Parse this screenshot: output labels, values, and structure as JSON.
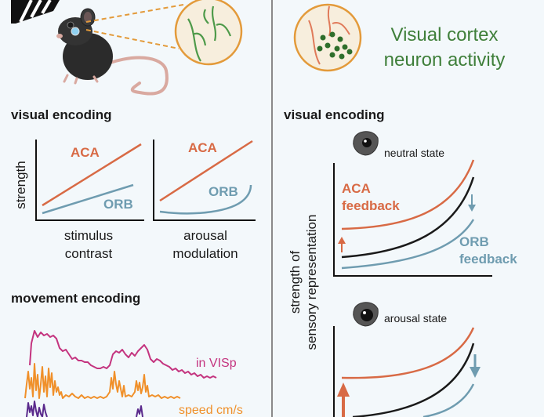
{
  "colors": {
    "aca": "#d86a45",
    "orb": "#6f9cb0",
    "green": "#3f7f3a",
    "magenta": "#c4347f",
    "orange_trace": "#f0902a",
    "purple_trace": "#5a2a8c",
    "circle_outline": "#e39a3a",
    "background": "#f3f8fb"
  },
  "left": {
    "visual_encoding": {
      "title": "visual encoding",
      "ylabel": "strength",
      "plot1": {
        "aca_label": "ACA",
        "orb_label": "ORB",
        "xlabel_line1": "stimulus",
        "xlabel_line2": "contrast"
      },
      "plot2": {
        "aca_label": "ACA",
        "orb_label": "ORB",
        "xlabel_line1": "arousal",
        "xlabel_line2": "modulation"
      }
    },
    "movement_encoding": {
      "title": "movement encoding",
      "trace1_label": "in VISp",
      "trace3_label": "speed cm/s"
    }
  },
  "right": {
    "title_line1": "Visual cortex",
    "title_line2": "neuron activity",
    "visual_encoding": {
      "title": "visual encoding",
      "ylabel_line1": "strength of",
      "ylabel_line2": "sensory representation",
      "neutral_state": "neutral state",
      "arousal_state": "arousal state",
      "aca_label_line1": "ACA",
      "aca_label_line2": "feedback",
      "orb_label_line1": "ORB",
      "orb_label_line2": "feedback"
    }
  }
}
